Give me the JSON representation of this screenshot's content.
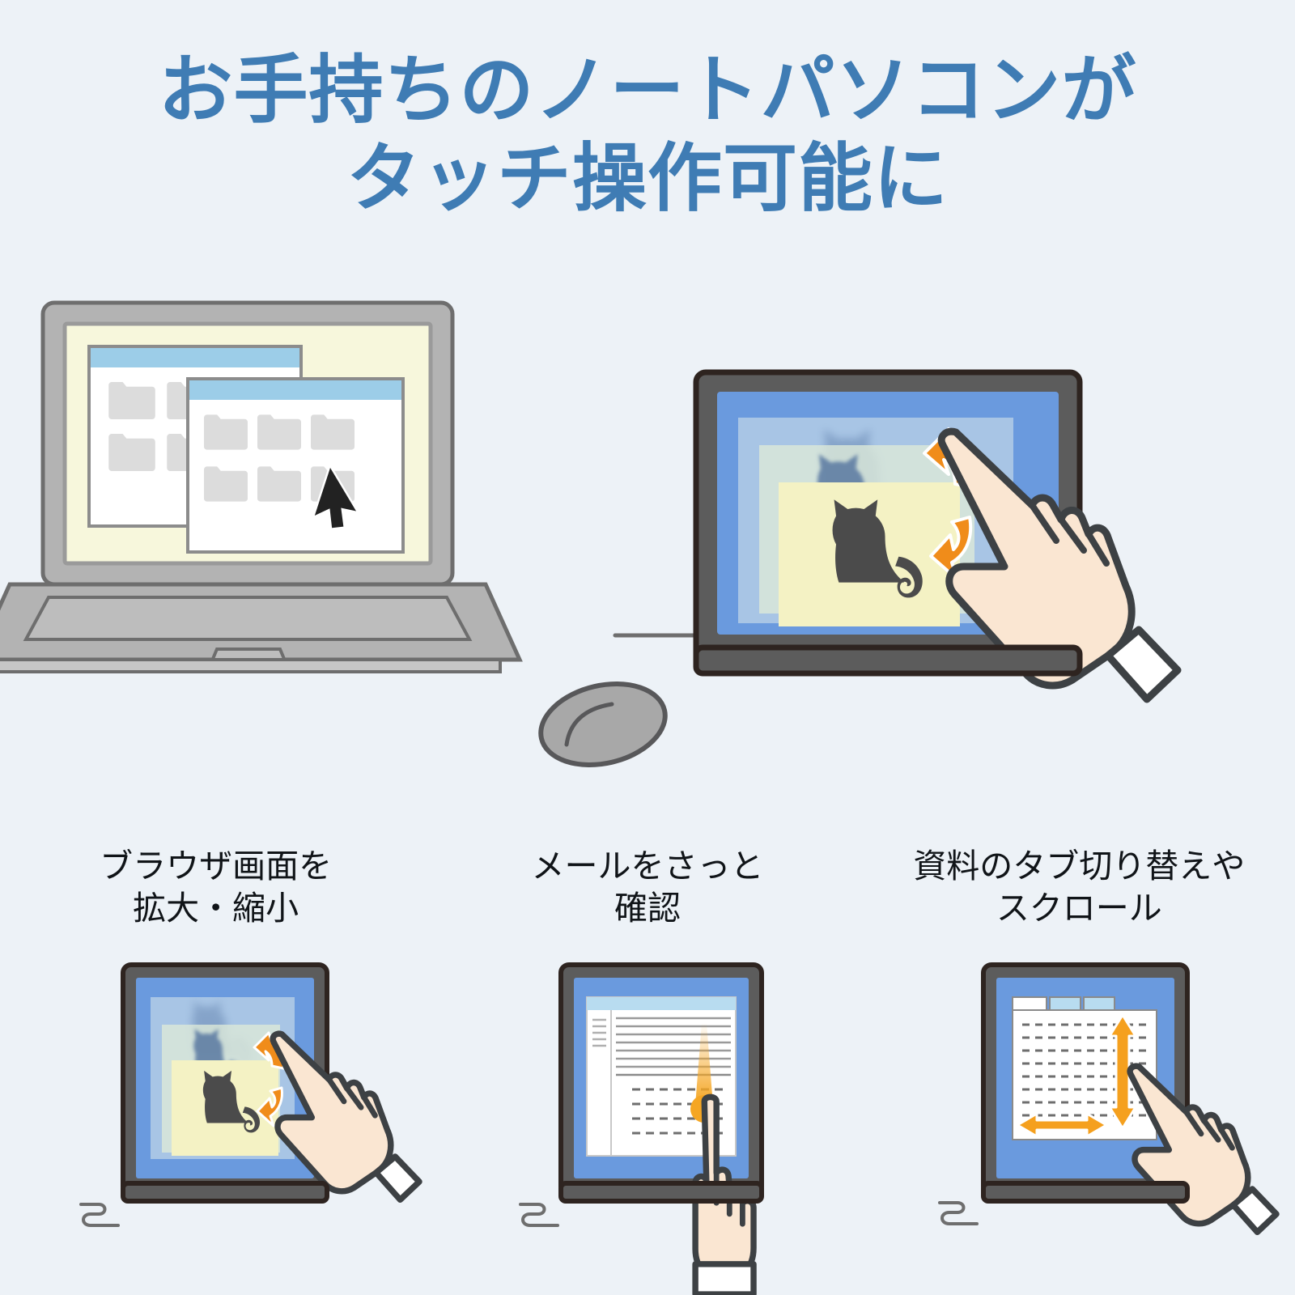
{
  "page": {
    "background_color": "#edf2f7",
    "title_color": "#3f7cb4"
  },
  "headline": {
    "line1": "お手持ちのノートパソコンが",
    "line2": "タッチ操作可能に"
  },
  "hero": {
    "laptop": {
      "name": "laptop",
      "screen_background_color": "#f7f7dc",
      "body_color": "#b3b3b3",
      "outline_color": "#6e6e6e",
      "windows": [
        {
          "title_bar_color": "#9ccde8",
          "body_color": "#ffffff",
          "folder_count": 4
        },
        {
          "title_bar_color": "#9ccde8",
          "body_color": "#ffffff",
          "folder_count": 6
        }
      ],
      "cursor": "mouse-pointer-arrow"
    },
    "mouse": {
      "color": "#a8a8a8",
      "outline_color": "#58585a"
    },
    "cable": {
      "color": "#6e6e6e"
    },
    "monitor": {
      "name": "touch-monitor",
      "bezel_color": "#5c5c5c",
      "bezel_outline_color": "#2e2420",
      "screen_color": "#6a9ade",
      "photo_panel_color": "#f4f2c4",
      "cat_color": "#4b4b4b",
      "ghost_cat_color": "#5b7ba8",
      "gesture": "pinch-zoom",
      "arrow_color": "#f08c1a",
      "hand": {
        "skin_color": "#fae6d2",
        "outline_color": "#3d4144",
        "cuff_color": "#ffffff"
      }
    }
  },
  "features": [
    {
      "id": "browser-zoom",
      "caption_line1": "ブラウザ画面を",
      "caption_line2": "拡大・縮小",
      "gesture": "pinch-zoom",
      "screen_color": "#6a9ade",
      "arrow_color": "#f08c1a"
    },
    {
      "id": "mail-check",
      "caption_line1": "メールをさっと",
      "caption_line2": "確認",
      "gesture": "swipe-up",
      "screen_color": "#6a9ade",
      "arrow_color": "#f5a623",
      "window_title_bar_color": "#9ccde8"
    },
    {
      "id": "document-tabs-scroll",
      "caption_line1": "資料のタブ切り替えや",
      "caption_line2": "スクロール",
      "gesture": "scroll-pan",
      "screen_color": "#6a9ade",
      "arrow_color": "#f5a01e",
      "tab_active_color": "#ffffff",
      "tab_inactive_color": "#b8dcf0"
    }
  ]
}
